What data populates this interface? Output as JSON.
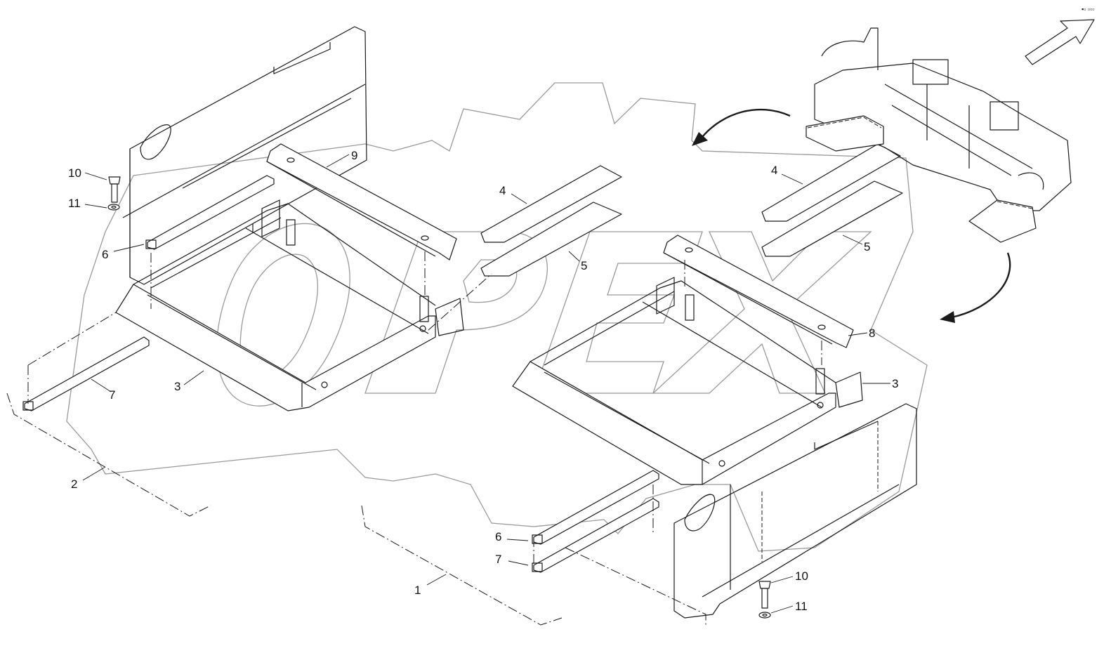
{
  "watermark": {
    "text": "OPEX"
  },
  "corner_mark": "▪▫ ▫▫▫",
  "callouts": [
    {
      "id": "c1",
      "label": "1"
    },
    {
      "id": "c2",
      "label": "2"
    },
    {
      "id": "c3a",
      "label": "3"
    },
    {
      "id": "c3b",
      "label": "3"
    },
    {
      "id": "c4a",
      "label": "4"
    },
    {
      "id": "c4b",
      "label": "4"
    },
    {
      "id": "c5a",
      "label": "5"
    },
    {
      "id": "c5b",
      "label": "5"
    },
    {
      "id": "c6a",
      "label": "6"
    },
    {
      "id": "c6b",
      "label": "6"
    },
    {
      "id": "c7a",
      "label": "7"
    },
    {
      "id": "c7b",
      "label": "7"
    },
    {
      "id": "c8",
      "label": "8"
    },
    {
      "id": "c9",
      "label": "9"
    },
    {
      "id": "c10a",
      "label": "10"
    },
    {
      "id": "c10b",
      "label": "10"
    },
    {
      "id": "c11a",
      "label": "11"
    },
    {
      "id": "c11b",
      "label": "11"
    }
  ]
}
